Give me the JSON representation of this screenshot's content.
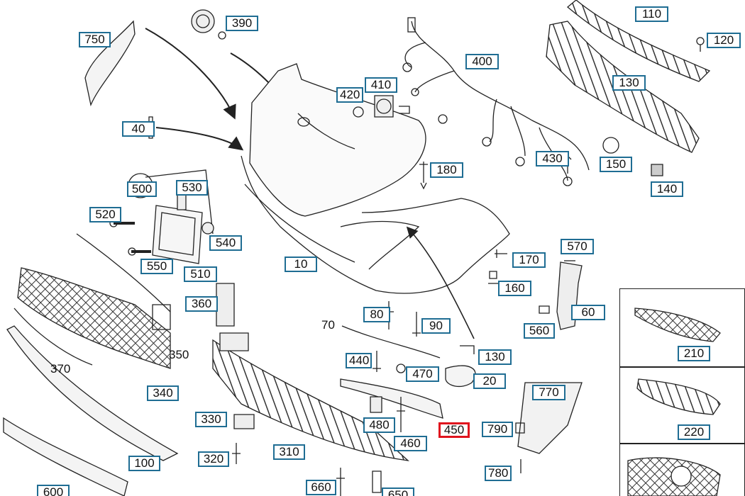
{
  "diagram": {
    "labels": {
      "l750": "750",
      "l390": "390",
      "l400": "400",
      "l410": "410",
      "l420": "420",
      "l110": "110",
      "l120": "120",
      "l130": "130",
      "l40": "40",
      "l180": "180",
      "l430": "430",
      "l150": "150",
      "l140": "140",
      "l500": "500",
      "l530": "530",
      "l520": "520",
      "l540": "540",
      "l550": "550",
      "l570": "570",
      "l10": "10",
      "l170": "170",
      "l510": "510",
      "l160": "160",
      "l360": "360",
      "l60": "60",
      "l80": "80",
      "l90": "90",
      "l560": "560",
      "l70": "70",
      "l130b": "130",
      "l210": "210",
      "l350": "350",
      "l440": "440",
      "l470": "470",
      "l370": "370",
      "l20": "20",
      "l340": "340",
      "l770": "770",
      "l220": "220",
      "l480": "480",
      "l450": "450",
      "l790": "790",
      "l330": "330",
      "l460": "460",
      "l310": "310",
      "l320": "320",
      "l100": "100",
      "l780": "780",
      "l660": "660",
      "l600": "600",
      "l650": "650"
    },
    "highlighted": "450",
    "colors": {
      "label_border": "#1f6d93",
      "highlight_border": "#e0141e",
      "line": "#222222"
    }
  }
}
